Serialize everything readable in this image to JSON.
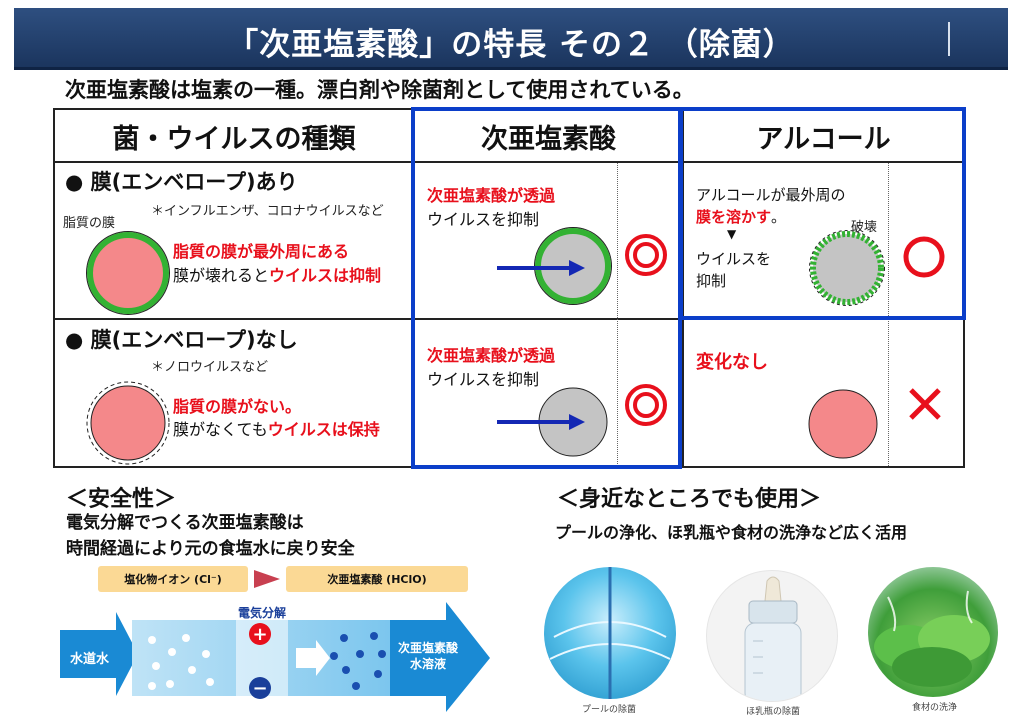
{
  "header": {
    "title": "「次亜塩素酸」の特長 その２ （除菌）"
  },
  "subtitle": "次亜塩素酸は塩素の一種。漂白剤や除菌剤として使用されている。",
  "table": {
    "col_headers": [
      "菌・ウイルスの種類",
      "次亜塩素酸",
      "アルコール"
    ],
    "rows": [
      {
        "title": "●  膜(エンベロープ)あり",
        "note": "＊インフルエンザ、コロナウイルスなど",
        "membrane_label": "脂質の膜",
        "desc_red": "脂質の膜が最外周にある",
        "desc_prefix": "膜が壊れると",
        "desc_red2": "ウイルスは抑制",
        "hypo_red": "次亜塩素酸が透過",
        "hypo_text": "ウイルスを抑制",
        "hypo_mark": "◎",
        "alc_line1": "アルコールが最外周の",
        "alc_red": "膜を溶かす",
        "alc_suffix": "。",
        "alc_arrow": "▼",
        "alc_line3": "ウイルスを",
        "alc_line4": "抑制",
        "alc_label": "破壊",
        "alc_mark": "○"
      },
      {
        "title": "●  膜(エンベロープ)なし",
        "note": "＊ノロウイルスなど",
        "desc_red": "脂質の膜がない。",
        "desc_prefix": "膜がなくても",
        "desc_red2": "ウイルスは保持",
        "hypo_red": "次亜塩素酸が透過",
        "hypo_text": "ウイルスを抑制",
        "hypo_mark": "◎",
        "alc_red": "変化なし",
        "alc_mark": "×"
      }
    ]
  },
  "safety": {
    "heading": "＜安全性＞",
    "line1": "電気分解でつくる次亜塩素酸は",
    "line2": "時間経過により元の食塩水に戻り安全",
    "diagram": {
      "label_left": "塩化物イオン (Cl⁻)",
      "label_right": "次亜塩素酸 (HClO)",
      "electrolysis": "電気分解",
      "input": "水道水",
      "output_line1": "次亜塩素酸",
      "output_line2": "水溶液",
      "plus": "+",
      "minus": "−"
    }
  },
  "usage": {
    "heading": "＜身近なところでも使用＞",
    "text": "プールの浄化、ほ乳瓶や食材の洗浄など広く活用",
    "captions": [
      "プールの除菌",
      "ほ乳瓶の除菌",
      "食材の洗浄"
    ]
  },
  "colors": {
    "title_bar": "#1f3d6b",
    "red": "#e8101c",
    "blue_frame": "#0b3ec9",
    "arrow_blue": "#1428b4",
    "membrane_green": "#33b233",
    "virus_pink": "#f4888a",
    "virus_gray": "#c4c4c4"
  }
}
